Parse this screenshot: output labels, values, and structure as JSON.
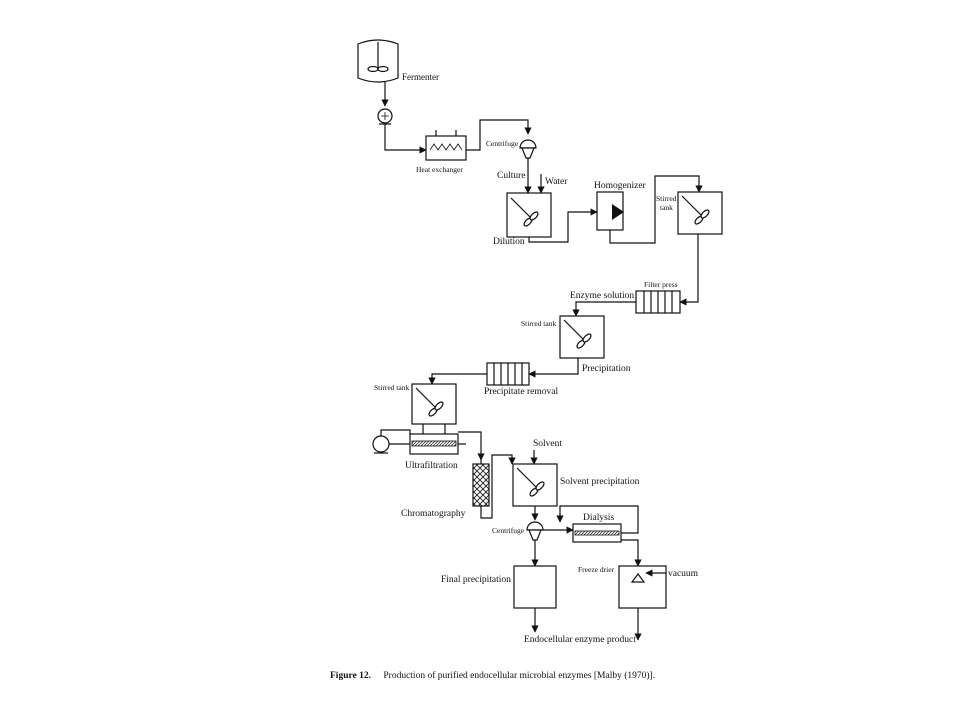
{
  "labels": {
    "fermenter": "Fermenter",
    "heat_exchanger": "Heat exchanger",
    "centrifuge_1": "Centrifuge",
    "culture": "Culture",
    "water": "Water",
    "dilution": "Dilution",
    "homogenizer": "Homogenizer",
    "stirred_tank_1_line1": "Stirred",
    "stirred_tank_1_line2": "tank",
    "filter_press": "Filter press",
    "enzyme_solution": "Enzyme solution",
    "stirred_tank_2": "Stirred tank",
    "precipitation": "Precipitation",
    "precipitate_removal": "Precipitate removal",
    "stirred_tank_3": "Stirred tank",
    "ultrafiltration": "Ultrafiltration",
    "solvent": "Solvent",
    "solvent_precipitation": "Solvent precipitation",
    "chromatography": "Chromatography",
    "centrifuge_2": "Centrifuge",
    "dialysis": "Dialysis",
    "freeze_drier": "Freeze drier",
    "vacuum": "vacuum",
    "final_precipitation": "Final precipitation",
    "product": "Endocellular enzyme product"
  },
  "caption": {
    "figure": "Figure 12.",
    "text": "Production of purified endocellular microbial enzymes [Malby (1970)]."
  },
  "icons": [
    "fermenter-icon",
    "pump-icon",
    "heat-exchanger-icon",
    "centrifuge-icon",
    "stirred-tank-icon",
    "homogenizer-icon",
    "filter-press-icon",
    "ultrafiltration-icon",
    "chromatography-column-icon",
    "dialysis-icon",
    "freeze-drier-icon"
  ],
  "colors": {
    "line": "#111111",
    "background": "#ffffff"
  }
}
